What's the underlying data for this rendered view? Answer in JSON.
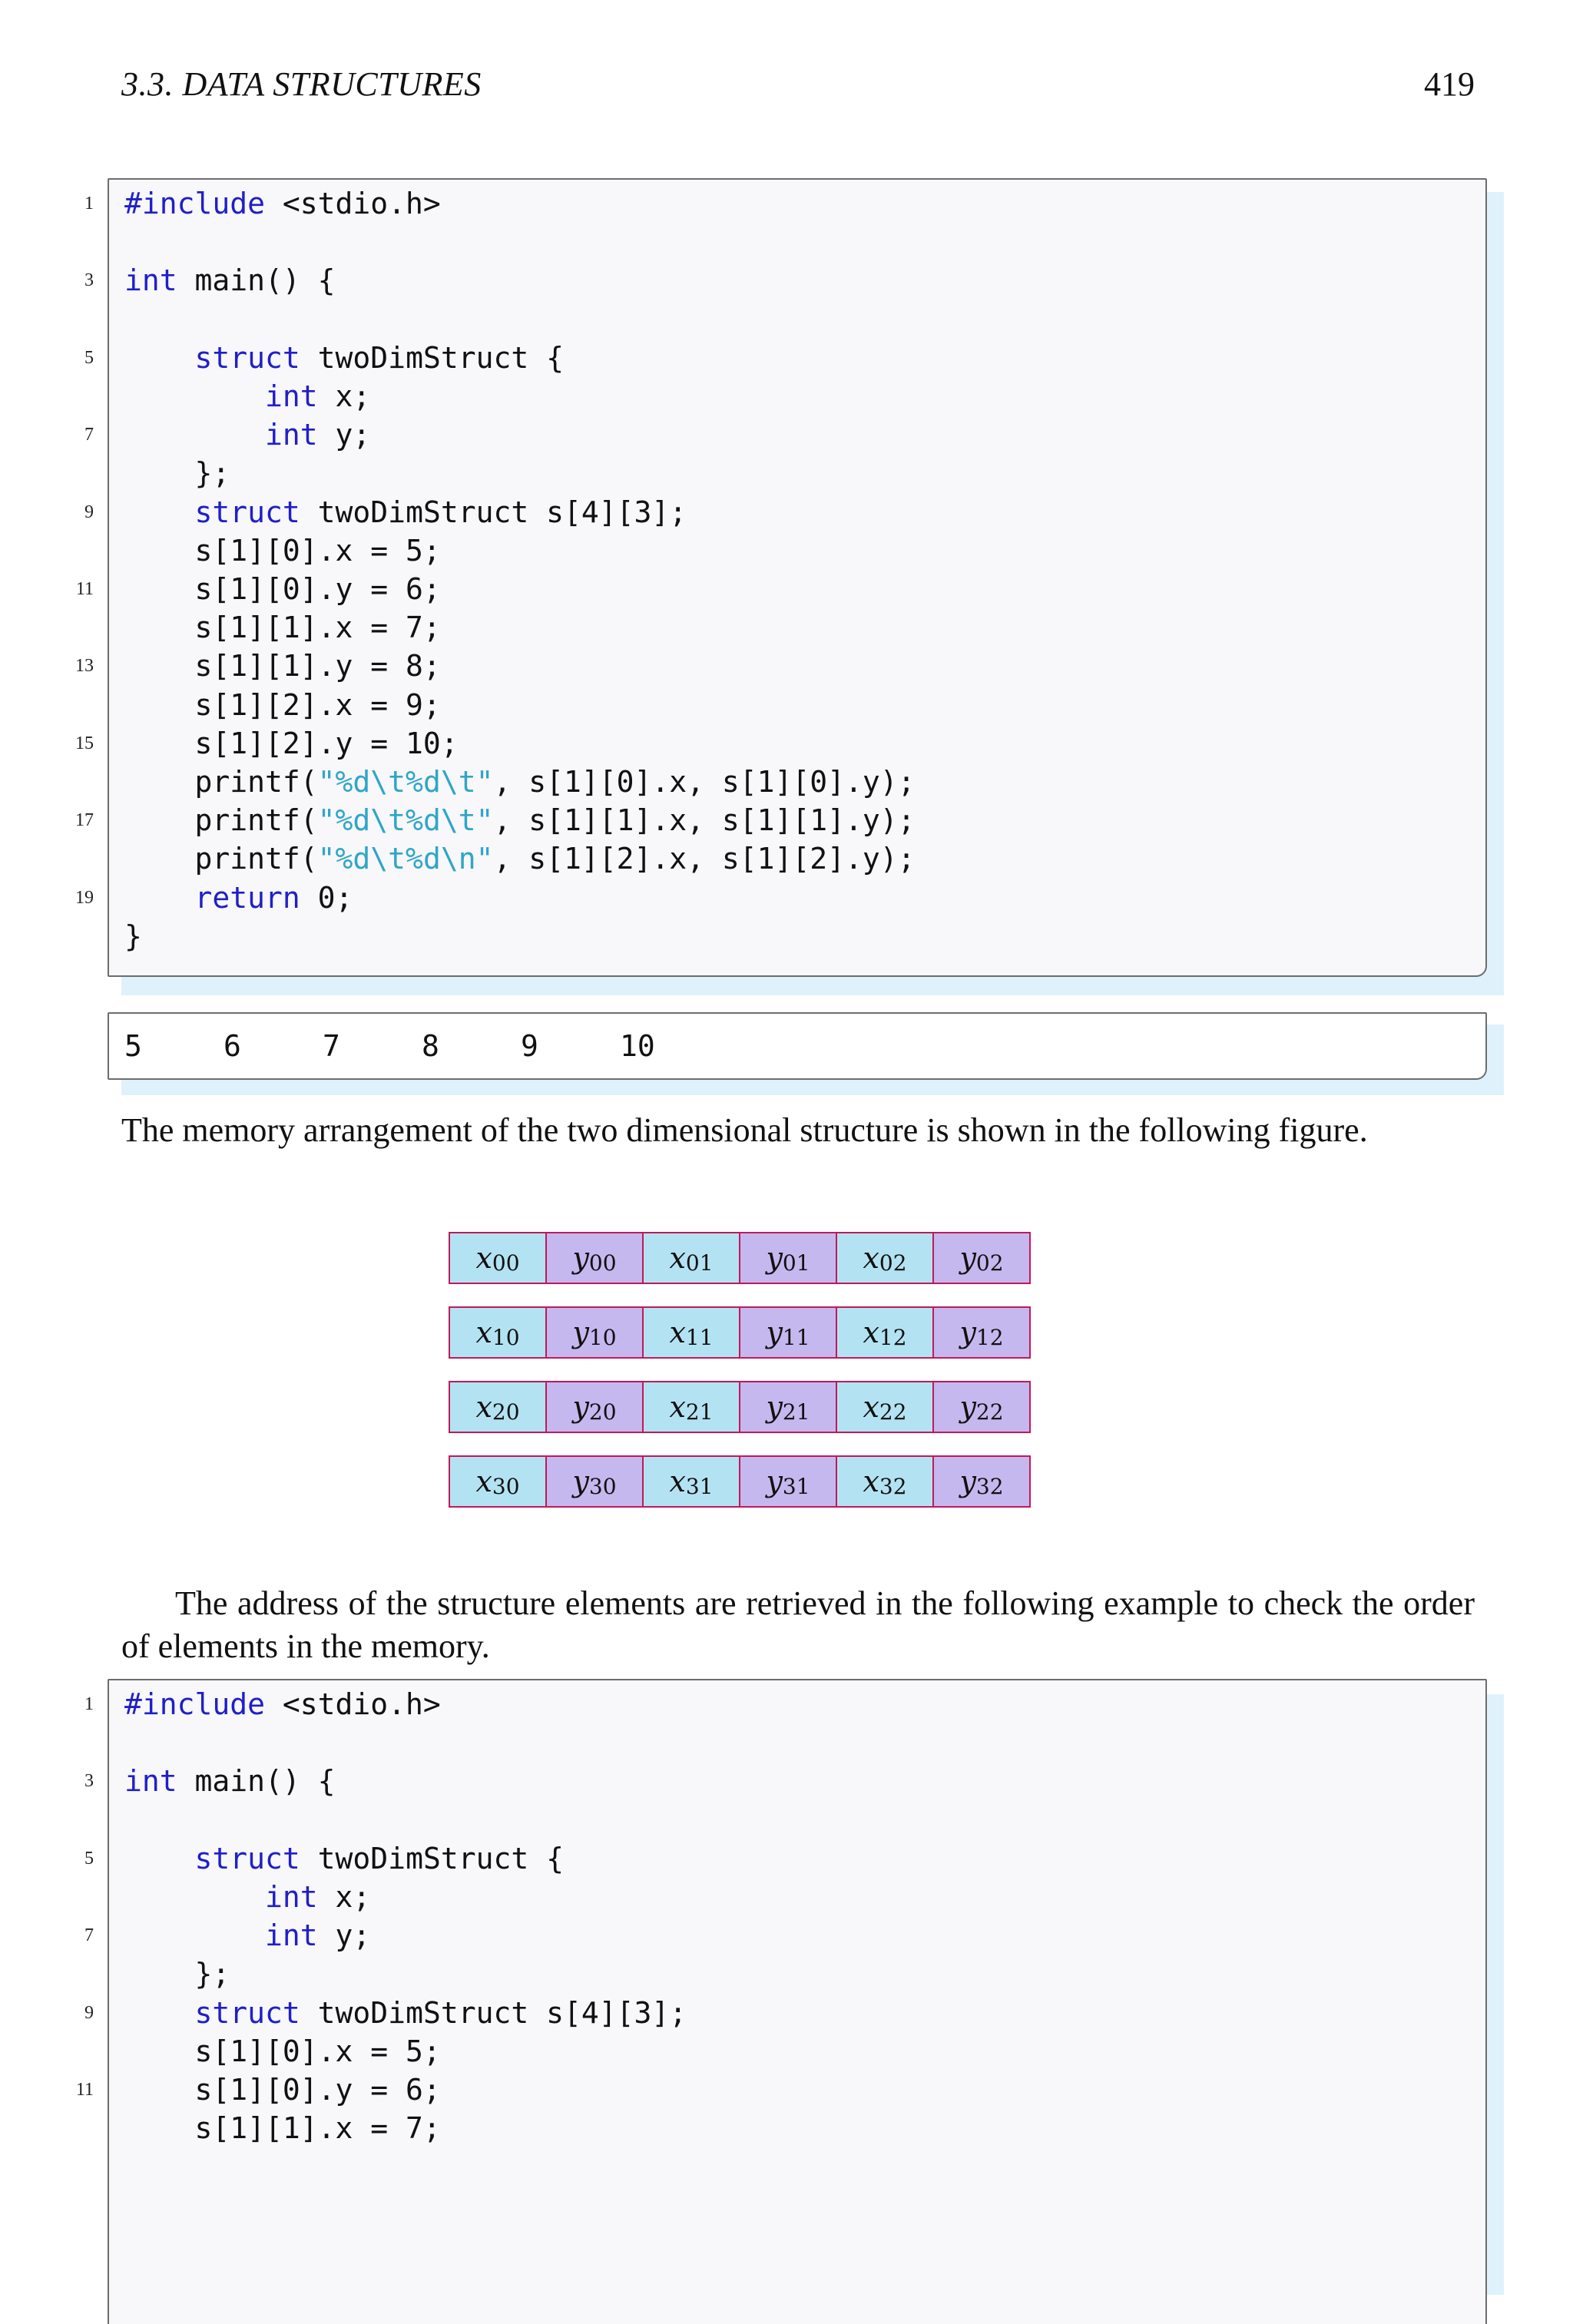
{
  "header": {
    "section": "3.3.  DATA STRUCTURES",
    "page_number": "419"
  },
  "code1": {
    "lines": [
      {
        "n": "1",
        "segments": [
          {
            "t": "#include",
            "c": "pp"
          },
          {
            "t": " <stdio.h>",
            "c": ""
          }
        ]
      },
      {
        "n": "",
        "segments": []
      },
      {
        "n": "3",
        "segments": [
          {
            "t": "int",
            "c": "kw"
          },
          {
            "t": " main() {",
            "c": ""
          }
        ]
      },
      {
        "n": "",
        "segments": []
      },
      {
        "n": "5",
        "segments": [
          {
            "t": "    ",
            "c": ""
          },
          {
            "t": "struct",
            "c": "kw"
          },
          {
            "t": " twoDimStruct {",
            "c": ""
          }
        ]
      },
      {
        "n": "",
        "segments": [
          {
            "t": "        ",
            "c": ""
          },
          {
            "t": "int",
            "c": "kw"
          },
          {
            "t": " x;",
            "c": ""
          }
        ]
      },
      {
        "n": "7",
        "segments": [
          {
            "t": "        ",
            "c": ""
          },
          {
            "t": "int",
            "c": "kw"
          },
          {
            "t": " y;",
            "c": ""
          }
        ]
      },
      {
        "n": "",
        "segments": [
          {
            "t": "    };",
            "c": ""
          }
        ]
      },
      {
        "n": "9",
        "segments": [
          {
            "t": "    ",
            "c": ""
          },
          {
            "t": "struct",
            "c": "kw"
          },
          {
            "t": " twoDimStruct s[4][3];",
            "c": ""
          }
        ]
      },
      {
        "n": "",
        "segments": [
          {
            "t": "    s[1][0].x = 5;",
            "c": ""
          }
        ]
      },
      {
        "n": "11",
        "segments": [
          {
            "t": "    s[1][0].y = 6;",
            "c": ""
          }
        ]
      },
      {
        "n": "",
        "segments": [
          {
            "t": "    s[1][1].x = 7;",
            "c": ""
          }
        ]
      },
      {
        "n": "13",
        "segments": [
          {
            "t": "    s[1][1].y = 8;",
            "c": ""
          }
        ]
      },
      {
        "n": "",
        "segments": [
          {
            "t": "    s[1][2].x = 9;",
            "c": ""
          }
        ]
      },
      {
        "n": "15",
        "segments": [
          {
            "t": "    s[1][2].y = 10;",
            "c": ""
          }
        ]
      },
      {
        "n": "",
        "segments": [
          {
            "t": "    printf(",
            "c": ""
          },
          {
            "t": "\"%d\\t%d\\t\"",
            "c": "str"
          },
          {
            "t": ", s[1][0].x, s[1][0].y);",
            "c": ""
          }
        ]
      },
      {
        "n": "17",
        "segments": [
          {
            "t": "    printf(",
            "c": ""
          },
          {
            "t": "\"%d\\t%d\\t\"",
            "c": "str"
          },
          {
            "t": ", s[1][1].x, s[1][1].y);",
            "c": ""
          }
        ]
      },
      {
        "n": "",
        "segments": [
          {
            "t": "    printf(",
            "c": ""
          },
          {
            "t": "\"%d\\t%d\\n\"",
            "c": "str"
          },
          {
            "t": ", s[1][2].x, s[1][2].y);",
            "c": ""
          }
        ]
      },
      {
        "n": "19",
        "segments": [
          {
            "t": "    ",
            "c": ""
          },
          {
            "t": "return",
            "c": "kw"
          },
          {
            "t": " 0;",
            "c": ""
          }
        ]
      },
      {
        "n": "",
        "segments": [
          {
            "t": "}",
            "c": ""
          }
        ]
      }
    ]
  },
  "output": [
    "5",
    "6",
    "7",
    "8",
    "9",
    "10"
  ],
  "para1": "The memory arrangement of the two dimensional structure is shown in the following figure.",
  "memory_rows": [
    [
      {
        "v": "x",
        "s": "00"
      },
      {
        "v": "y",
        "s": "00"
      },
      {
        "v": "x",
        "s": "01"
      },
      {
        "v": "y",
        "s": "01"
      },
      {
        "v": "x",
        "s": "02"
      },
      {
        "v": "y",
        "s": "02"
      }
    ],
    [
      {
        "v": "x",
        "s": "10"
      },
      {
        "v": "y",
        "s": "10"
      },
      {
        "v": "x",
        "s": "11"
      },
      {
        "v": "y",
        "s": "11"
      },
      {
        "v": "x",
        "s": "12"
      },
      {
        "v": "y",
        "s": "12"
      }
    ],
    [
      {
        "v": "x",
        "s": "20"
      },
      {
        "v": "y",
        "s": "20"
      },
      {
        "v": "x",
        "s": "21"
      },
      {
        "v": "y",
        "s": "21"
      },
      {
        "v": "x",
        "s": "22"
      },
      {
        "v": "y",
        "s": "22"
      }
    ],
    [
      {
        "v": "x",
        "s": "30"
      },
      {
        "v": "y",
        "s": "30"
      },
      {
        "v": "x",
        "s": "31"
      },
      {
        "v": "y",
        "s": "31"
      },
      {
        "v": "x",
        "s": "32"
      },
      {
        "v": "y",
        "s": "32"
      }
    ]
  ],
  "para2": "The address of the structure elements are retrieved in the following example to check the order of elements in the memory.",
  "code2": {
    "lines": [
      {
        "n": "1",
        "segments": [
          {
            "t": "#include",
            "c": "pp"
          },
          {
            "t": " <stdio.h>",
            "c": ""
          }
        ]
      },
      {
        "n": "",
        "segments": []
      },
      {
        "n": "3",
        "segments": [
          {
            "t": "int",
            "c": "kw"
          },
          {
            "t": " main() {",
            "c": ""
          }
        ]
      },
      {
        "n": "",
        "segments": []
      },
      {
        "n": "5",
        "segments": [
          {
            "t": "    ",
            "c": ""
          },
          {
            "t": "struct",
            "c": "kw"
          },
          {
            "t": " twoDimStruct {",
            "c": ""
          }
        ]
      },
      {
        "n": "",
        "segments": [
          {
            "t": "        ",
            "c": ""
          },
          {
            "t": "int",
            "c": "kw"
          },
          {
            "t": " x;",
            "c": ""
          }
        ]
      },
      {
        "n": "7",
        "segments": [
          {
            "t": "        ",
            "c": ""
          },
          {
            "t": "int",
            "c": "kw"
          },
          {
            "t": " y;",
            "c": ""
          }
        ]
      },
      {
        "n": "",
        "segments": [
          {
            "t": "    };",
            "c": ""
          }
        ]
      },
      {
        "n": "9",
        "segments": [
          {
            "t": "    ",
            "c": ""
          },
          {
            "t": "struct",
            "c": "kw"
          },
          {
            "t": " twoDimStruct s[4][3];",
            "c": ""
          }
        ]
      },
      {
        "n": "",
        "segments": [
          {
            "t": "    s[1][0].x = 5;",
            "c": ""
          }
        ]
      },
      {
        "n": "11",
        "segments": [
          {
            "t": "    s[1][0].y = 6;",
            "c": ""
          }
        ]
      },
      {
        "n": "",
        "segments": [
          {
            "t": "    s[1][1].x = 7;",
            "c": ""
          }
        ]
      }
    ]
  }
}
